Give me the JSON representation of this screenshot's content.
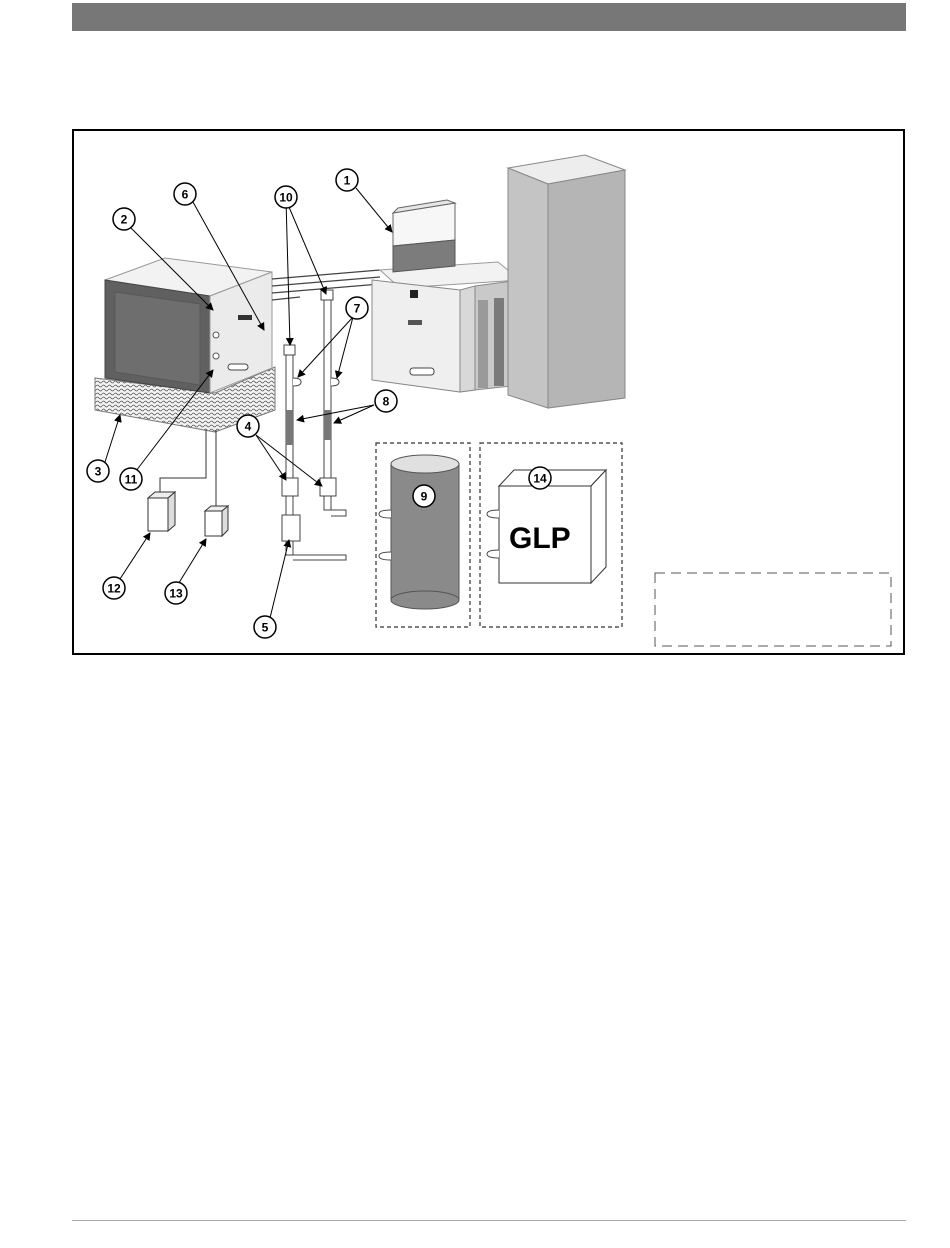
{
  "callouts": [
    "1",
    "2",
    "3",
    "4",
    "5",
    "6",
    "7",
    "8",
    "9",
    "10",
    "11",
    "12",
    "13",
    "14"
  ],
  "glp_label": "GLP",
  "colors": {
    "header_bar": "#777777",
    "frame": "#000000",
    "unit_dark": "#6a6a6a",
    "unit_light": "#e8e8e8",
    "duct": "#bdbdbd",
    "tank": "#8a8a8a"
  }
}
